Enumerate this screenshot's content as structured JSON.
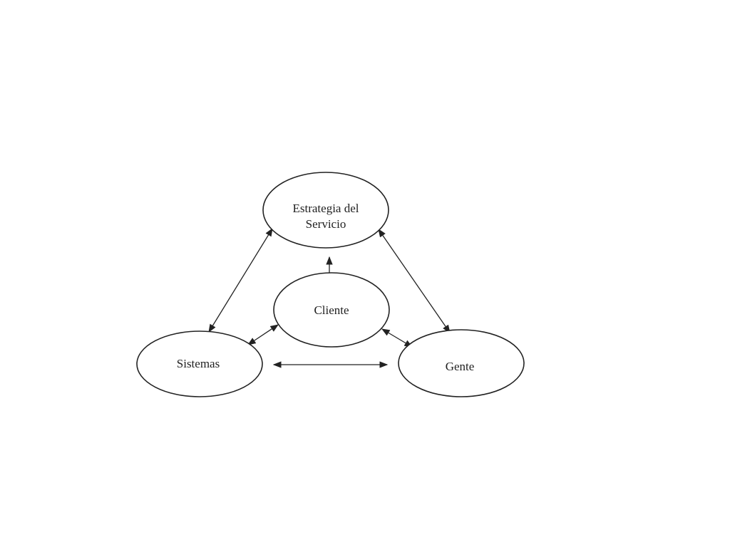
{
  "diagram": {
    "nodes": {
      "estrategia": {
        "line1": "Estrategia del",
        "line2": "Servicio"
      },
      "cliente": {
        "label": "Cliente"
      },
      "sistemas": {
        "label": "Sistemas"
      },
      "gente": {
        "label": "Gente"
      }
    },
    "edges": [
      {
        "from": "sistemas",
        "to": "estrategia",
        "direction": "both"
      },
      {
        "from": "gente",
        "to": "estrategia",
        "direction": "both"
      },
      {
        "from": "cliente",
        "to": "estrategia",
        "direction": "forward"
      },
      {
        "from": "sistemas",
        "to": "cliente",
        "direction": "both"
      },
      {
        "from": "cliente",
        "to": "gente",
        "direction": "both"
      },
      {
        "from": "sistemas",
        "to": "gente",
        "direction": "both"
      }
    ],
    "colors": {
      "stroke": "#222222",
      "background": "#ffffff"
    }
  }
}
